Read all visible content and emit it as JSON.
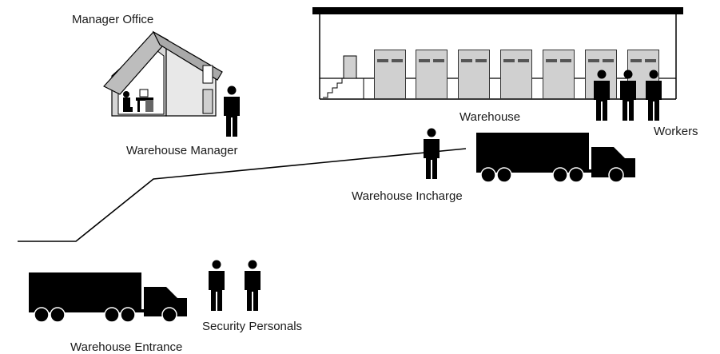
{
  "labels": {
    "manager_office": "Manager Office",
    "warehouse_manager": "Warehouse Manager",
    "warehouse": "Warehouse",
    "workers": "Workers",
    "warehouse_incharge": "Warehouse Incharge",
    "security_personals": "Security Personals",
    "warehouse_entrance": "Warehouse Entrance"
  },
  "colors": {
    "ink": "#000000",
    "door": "#d0d0d0",
    "house_wall": "#e2e2e2",
    "background": "#ffffff"
  },
  "icons": [
    "office-building-icon",
    "person-icon",
    "truck-icon",
    "warehouse-building-icon"
  ]
}
